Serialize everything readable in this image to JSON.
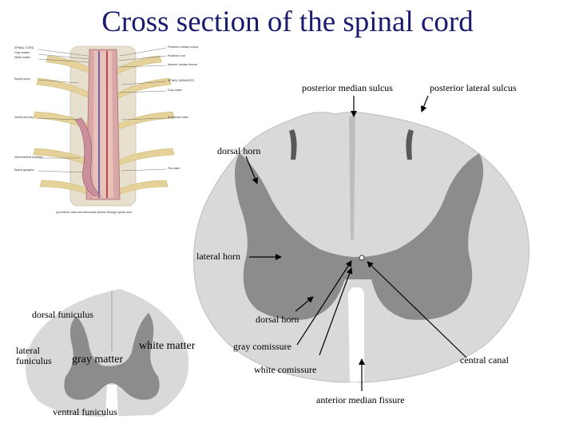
{
  "title": "Cross section of the spinal cord",
  "labels": {
    "posterior_median_sulcus": "posterior median sulcus",
    "posterior_lateral_sulcus": "posterior lateral sulcus",
    "dorsal_horn_upper": "dorsal horn",
    "lateral_horn": "lateral horn",
    "dorsal_funiculus": "dorsal funiculus",
    "dorsal_horn_lower": "dorsal horn",
    "lateral_funiculus": "lateral funiculus",
    "gray_matter": "gray matter",
    "white_matter": "white matter",
    "gray_comissure": "gray comissure",
    "white_comissure": "white comissure",
    "central_canal": "central canal",
    "anterior_median_fissure": "anterior median fissure",
    "ventral_funiculus": "ventral funiculus"
  },
  "colors": {
    "title": "#1a1a6e",
    "white_matter": "#d9d9d9",
    "gray_matter": "#8c8c8c",
    "cord_outline": "#bdbdbd"
  },
  "inset": {
    "left_labels": [
      "SPINAL CORD",
      "Gray matter",
      "White matter",
      "Spinal nerve",
      "Vertebral body",
      "Intervertebral foramen",
      "Spinal ganglion"
    ],
    "right_labels": [
      "Posterior median sulcus",
      "Posterior root",
      "Anterior median fissure",
      "SPINAL MENINGES",
      "Dura mater",
      "Arachnoid mater",
      "Pia mater"
    ],
    "caption": "(a) Anterior view and transverse section through spinal cord"
  }
}
